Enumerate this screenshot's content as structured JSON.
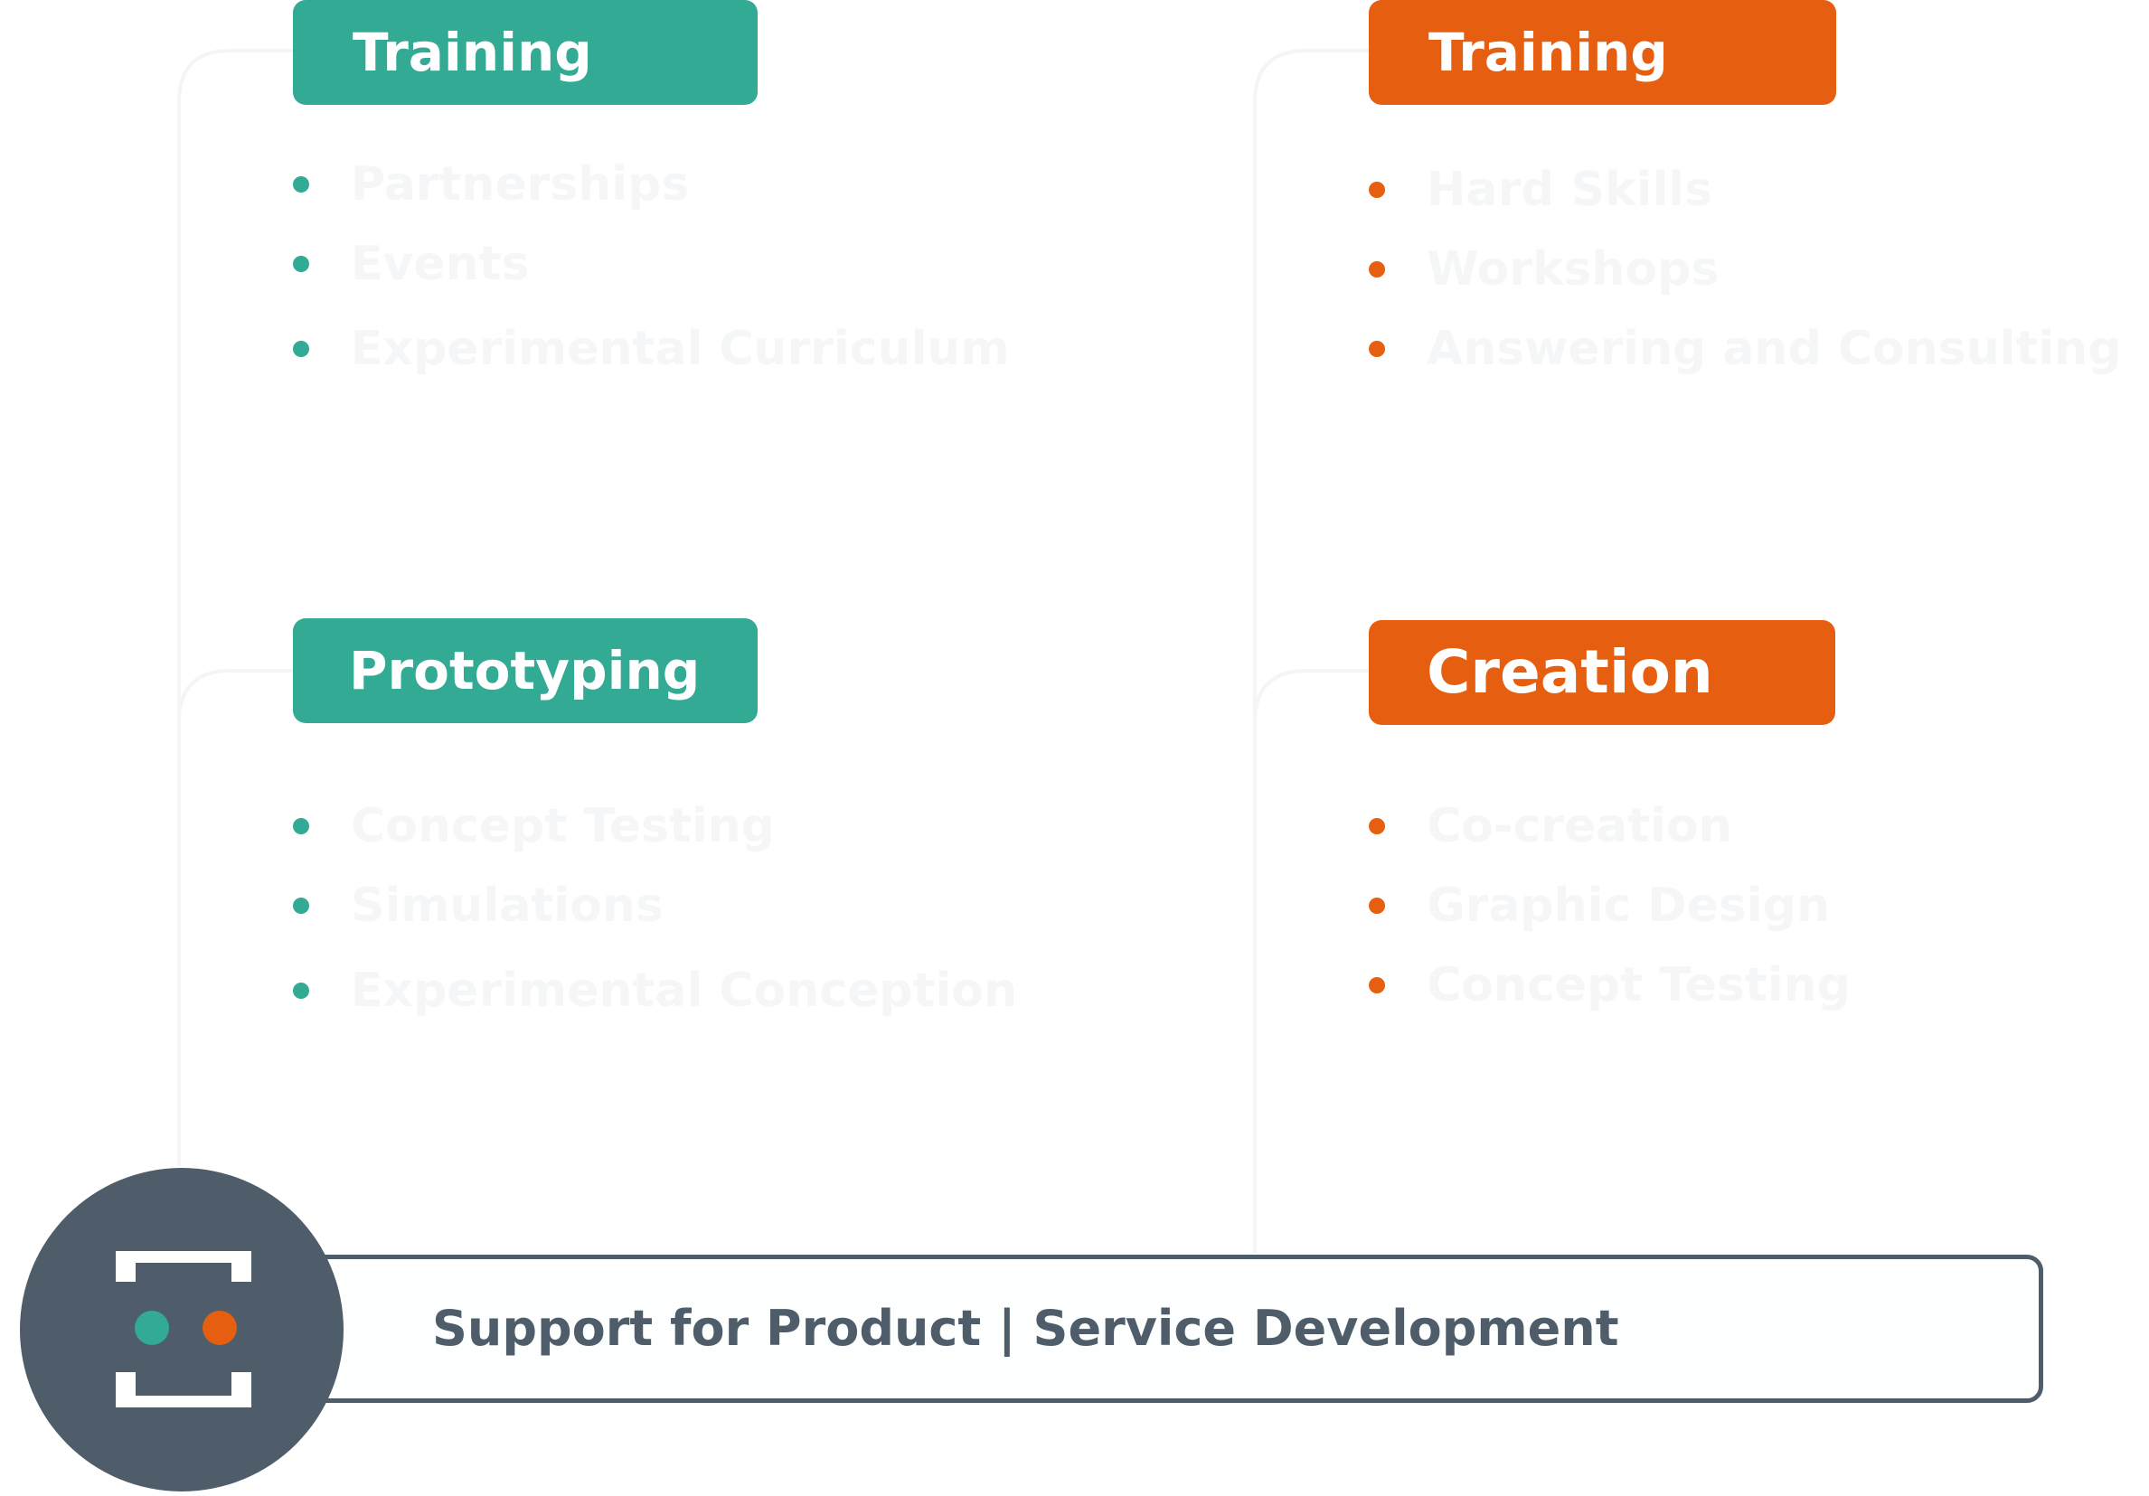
{
  "colors": {
    "teal": "#32aa94",
    "orange": "#e65f10",
    "slate": "#4f5d6a",
    "faint_text": "#f5f6f7"
  },
  "quadrants": {
    "top_left": {
      "title": "Training",
      "color": "teal",
      "items": [
        "Partnerships",
        "Events",
        "Experimental Curriculum"
      ]
    },
    "top_right": {
      "title": "Training",
      "color": "orange",
      "items": [
        "Hard Skills",
        "Workshops",
        "Answering and Consulting"
      ]
    },
    "bottom_left": {
      "title": "Prototyping",
      "color": "teal",
      "items": [
        "Concept Testing",
        "Simulations",
        "Experimental Conception"
      ]
    },
    "bottom_right": {
      "title": "Creation",
      "color": "orange",
      "items": [
        "Co-creation",
        "Graphic Design",
        "Concept Testing"
      ]
    }
  },
  "footer": {
    "label": "Support for Product | Service Development",
    "badge_icon": "bracket-dots-icon"
  }
}
